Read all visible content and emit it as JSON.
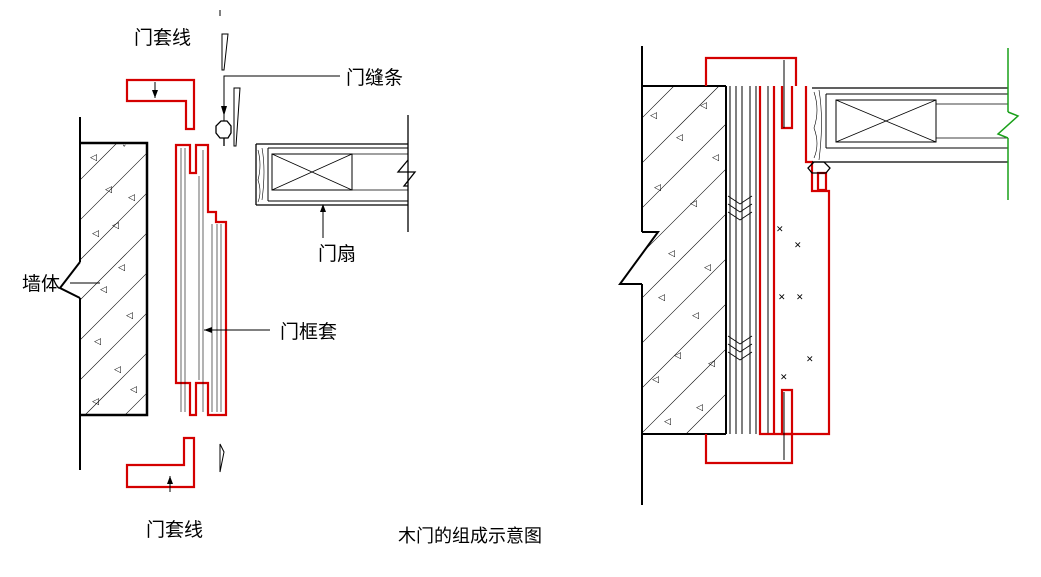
{
  "labels": {
    "casing_top": "门套线",
    "door_strip": "门缝条",
    "wall": "墙体",
    "frame": "门框套",
    "leaf": "门扇",
    "casing_bottom": "门套线"
  },
  "caption": "木门的组成示意图",
  "colors": {
    "outline": "#000000",
    "component": "#d40000",
    "break_line": "#19a019"
  }
}
